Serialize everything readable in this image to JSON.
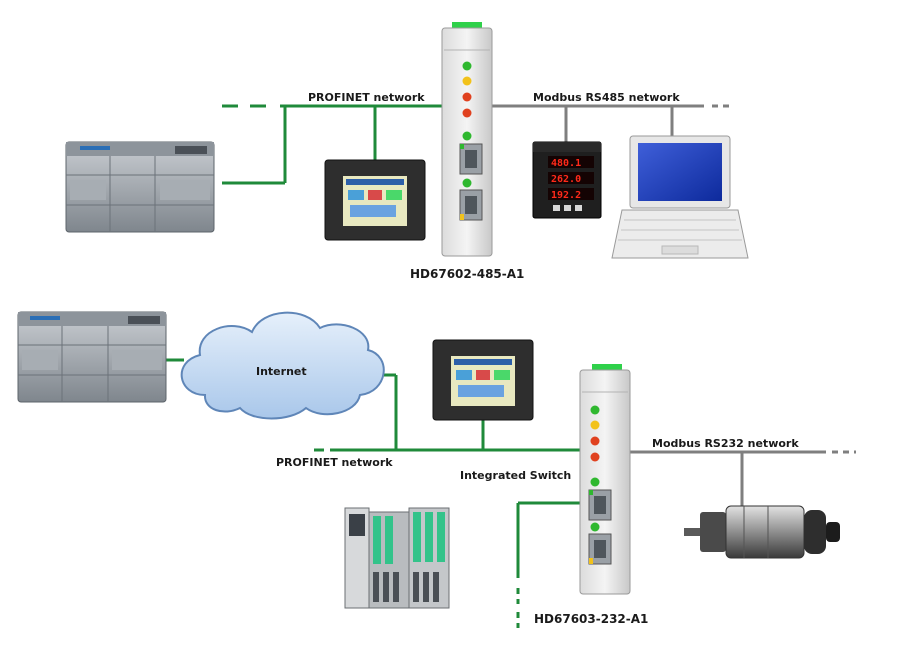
{
  "top": {
    "profinet_label": "PROFINET network",
    "modbus_label": "Modbus RS485 network",
    "device_label": "HD67602-485-A1",
    "meter_readings": [
      "480.1",
      "262.0",
      "192.2"
    ]
  },
  "bottom": {
    "cloud_label": "Internet",
    "profinet_label": "PROFINET network",
    "switch_label": "Integrated Switch",
    "modbus_label": "Modbus RS232 network",
    "device_label": "HD67603-232-A1"
  },
  "colors": {
    "profinet_line": "#1f8a3a",
    "modbus_line": "#7f7f7f",
    "led_green": "#2fb82f",
    "led_yellow": "#f2c21b",
    "led_red": "#e0411f",
    "cloud_fill": "#c7ddf5"
  }
}
